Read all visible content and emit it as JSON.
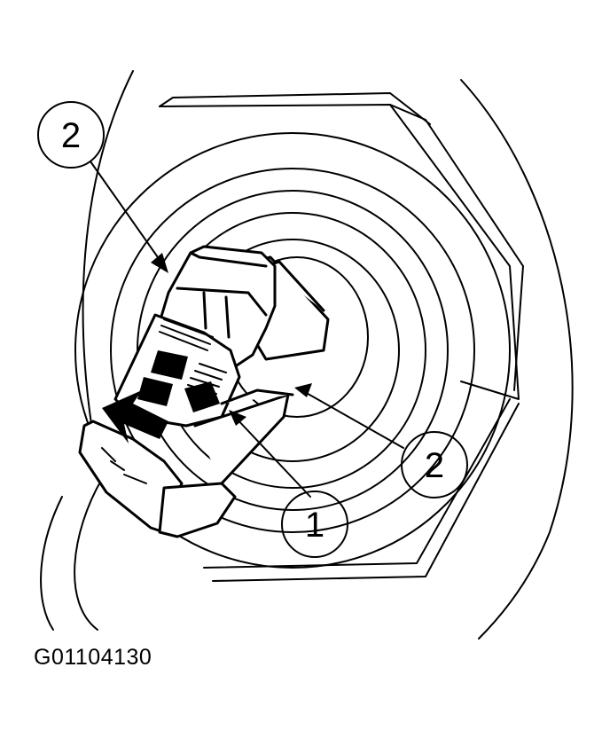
{
  "figure": {
    "code": "G01104130"
  },
  "callouts": [
    {
      "id": "upper-left",
      "number": "2"
    },
    {
      "id": "right",
      "number": "2"
    },
    {
      "id": "bottom",
      "number": "1"
    }
  ],
  "colors": {
    "ink": "#000000",
    "paper": "#ffffff"
  }
}
